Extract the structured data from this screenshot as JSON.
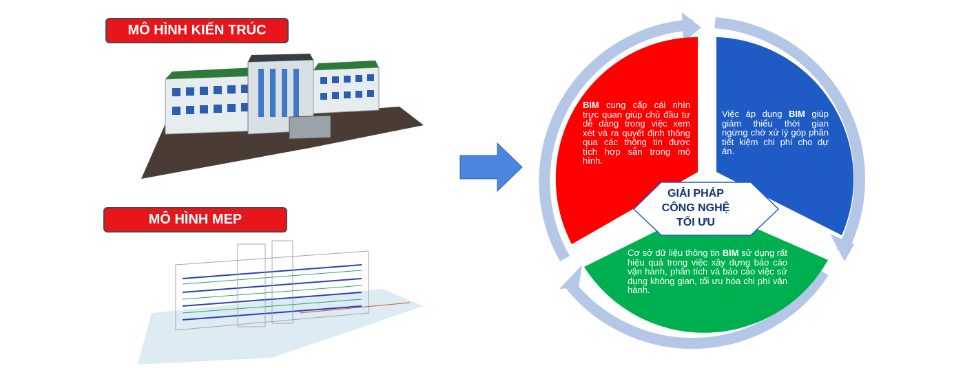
{
  "labels": {
    "architecture": "MÔ HÌNH KIẾN TRÚC",
    "mep": "MÔ HÌNH MEP"
  },
  "cycle": {
    "center": [
      "GIẢI PHÁP",
      "CÔNG NGHỆ",
      "TỐI ƯU"
    ],
    "red": {
      "bold": "BIM",
      "text": " cung cấp cái nhìn trực quan giúp chủ đầu tư dễ dàng trong việc xem xét và ra quyết định thông qua các thông tin được tích hợp sẵn trong mô hình."
    },
    "blue": {
      "before": "Việc áp dụng ",
      "bold": "BIM",
      "after": " giúp giảm thiểu thời gian ngừng chờ xử lý góp phần tiết kiệm chi phí cho dự án."
    },
    "green": {
      "before": "Cơ sở dữ liệu thông tin ",
      "bold": "BIM",
      "after": " sử dụng rất hiệu quả trong việc xây dựng báo cáo vận hành, phân tích và báo cáo việc sử dụng không gian, tối ưu hóa chi phí vận hành."
    }
  },
  "colors": {
    "red": "#fe0000",
    "blue": "#1f5bc4",
    "green": "#00b050",
    "ring": "#b4c7e7",
    "arrow": "#4a86e0",
    "label_bg": "#e8151b",
    "center_text": "#0f2f73"
  }
}
